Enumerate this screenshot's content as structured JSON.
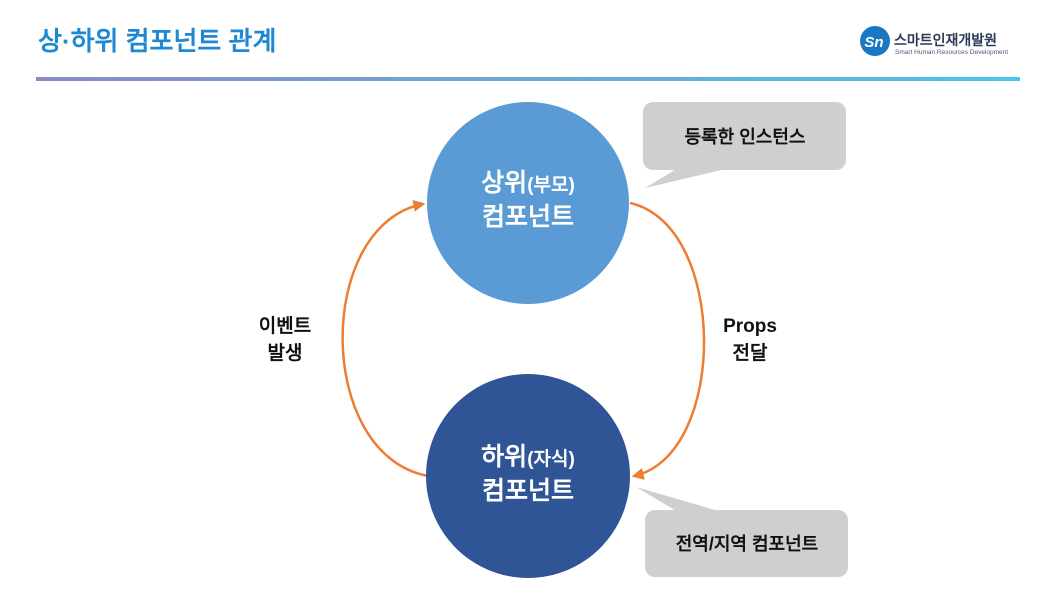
{
  "slide": {
    "title": "상·하위 컴포넌트 관계",
    "title_color": "#1e88d0"
  },
  "logo": {
    "mark": "Sn",
    "name": "스마트인재개발원",
    "subtitle": "Smart Human Resources Development",
    "mark_color": "#1a78c2"
  },
  "diagram": {
    "parent": {
      "title_main": "상위",
      "title_paren": "(부모)",
      "subtitle": "컴포넌트",
      "color": "#5b9bd5"
    },
    "child": {
      "title_main": "하위",
      "title_paren": "(자식)",
      "subtitle": "컴포넌트",
      "color": "#2f5597"
    },
    "left_label": [
      "이벤트",
      "발생"
    ],
    "right_label": [
      "Props",
      "전달"
    ],
    "callout_top": "등록한 인스턴스",
    "callout_bottom": "전역/지역 컴포넌트",
    "arrow_color": "#ed7d31",
    "callout_color": "#d0cece"
  }
}
